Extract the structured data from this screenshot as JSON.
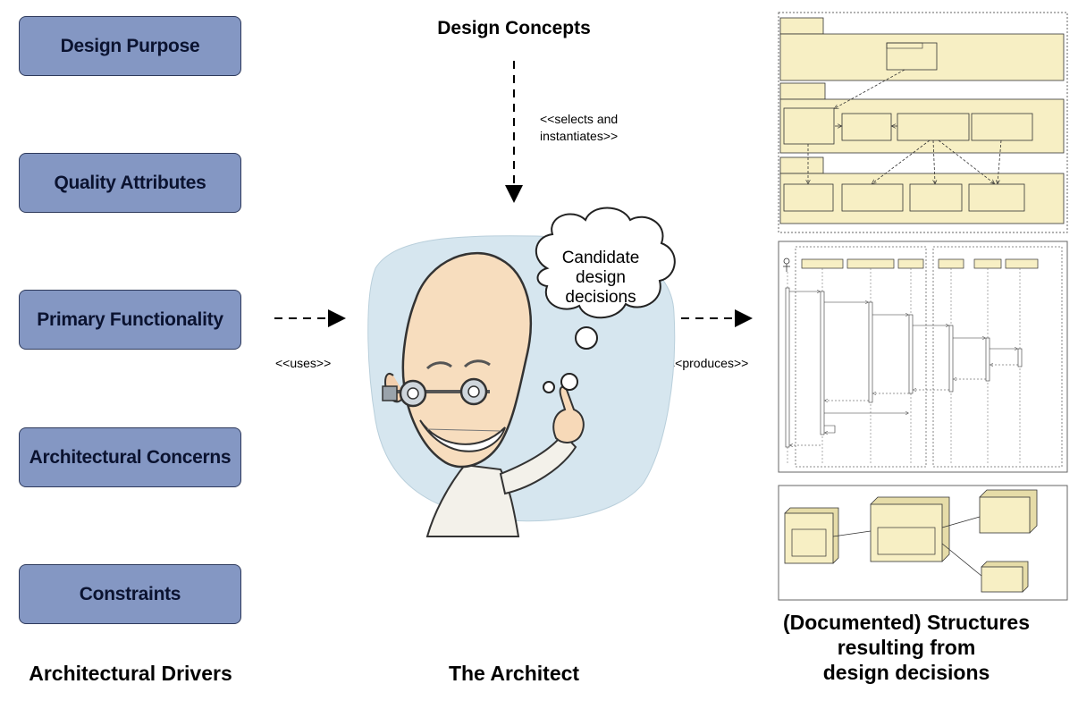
{
  "drivers": {
    "items": [
      {
        "label": "Design Purpose"
      },
      {
        "label": "Quality Attributes"
      },
      {
        "label": "Primary Functionality"
      },
      {
        "label": "Architectural Concerns"
      },
      {
        "label": "Constraints"
      }
    ],
    "caption": "Architectural Drivers"
  },
  "design_concepts": {
    "title": "Design Concepts",
    "arrow_label_line1": "<<selects and",
    "arrow_label_line2": "instantiates>>"
  },
  "architect": {
    "caption": "The Architect",
    "thought_line1": "Candidate",
    "thought_line2": "design",
    "thought_line3": "decisions"
  },
  "relations": {
    "uses": "<<uses>>",
    "produces": "<<produces>>"
  },
  "structures": {
    "caption_line1": "(Documented) Structures",
    "caption_line2": "resulting from",
    "caption_line3": "design decisions"
  },
  "colors": {
    "driver_fill": "#8497c3",
    "driver_border": "#2e3a5c",
    "diagram_fill": "#f7efc4",
    "blob_fill": "#d6e6ef"
  }
}
